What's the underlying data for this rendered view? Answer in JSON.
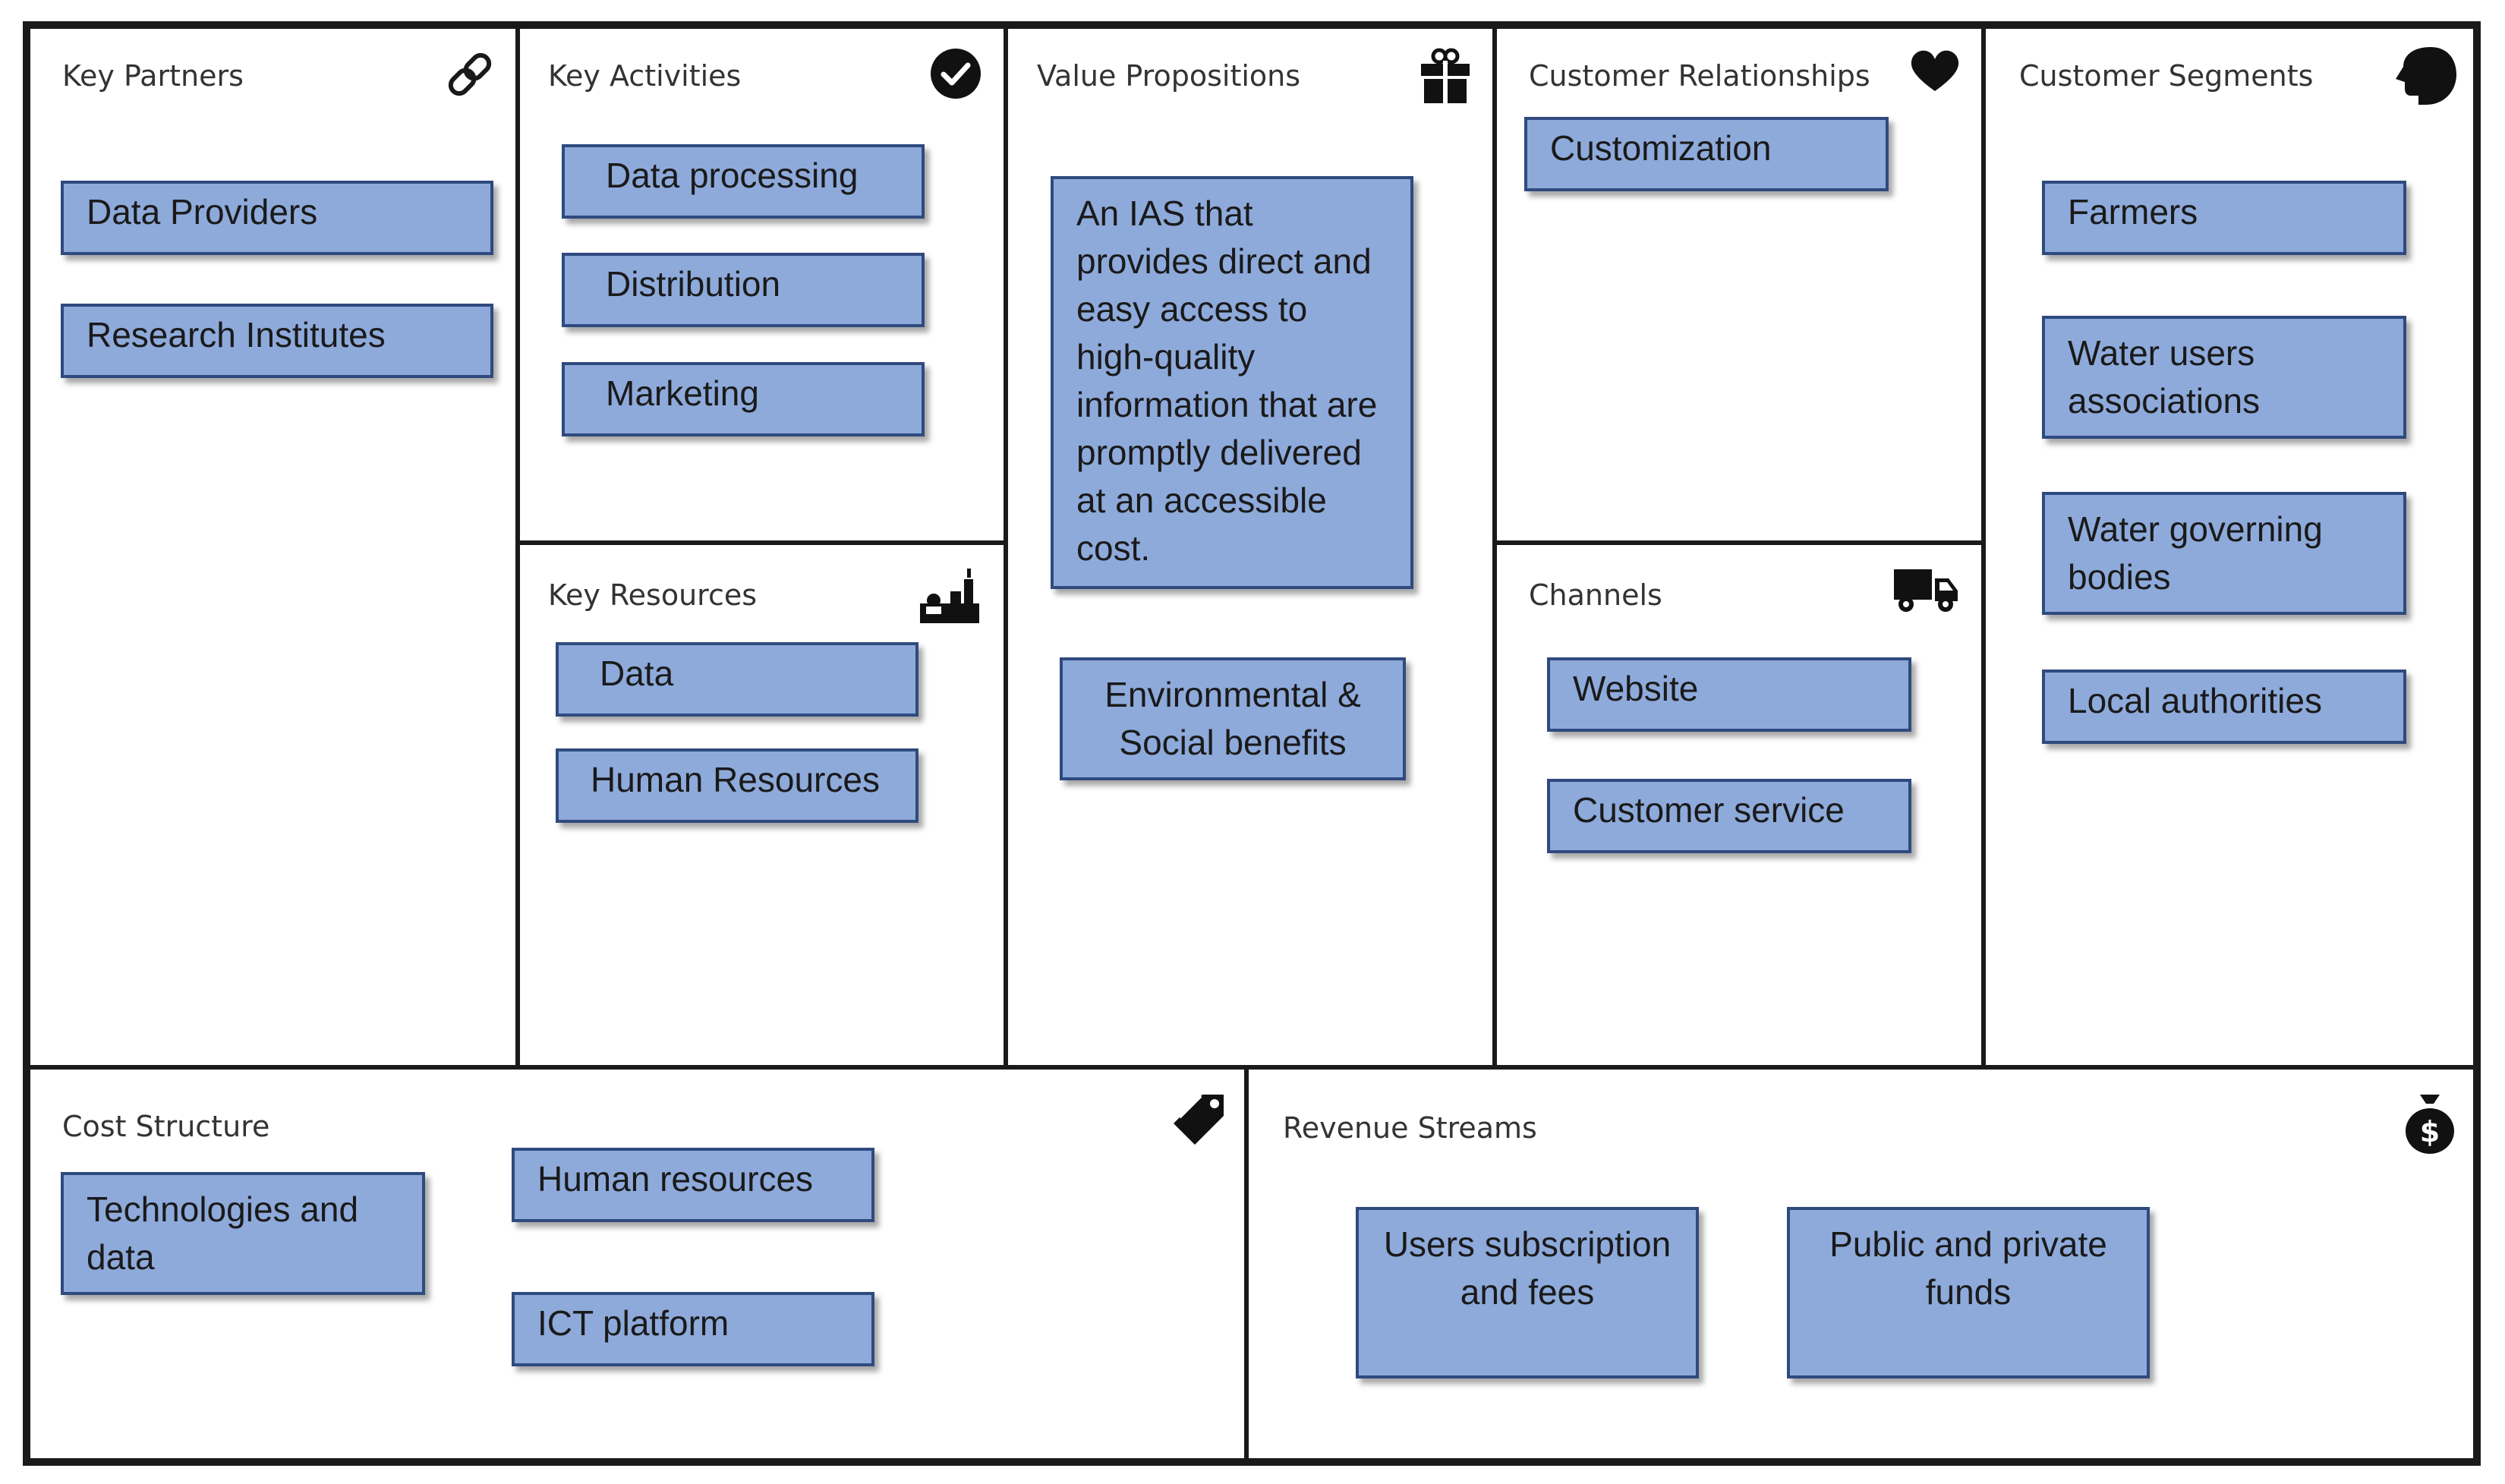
{
  "canvas": {
    "key_partners": {
      "title": "Key Partners",
      "icon": "link-icon",
      "items": [
        "Data Providers",
        "Research Institutes"
      ]
    },
    "key_activities": {
      "title": "Key Activities",
      "icon": "checkmark-icon",
      "items": [
        "Data processing",
        "Distribution",
        "Marketing"
      ]
    },
    "key_resources": {
      "title": "Key Resources",
      "icon": "factory-icon",
      "items": [
        "Data",
        "Human Resources"
      ]
    },
    "value_propositions": {
      "title": "Value Propositions",
      "icon": "gift-icon",
      "items": [
        "An IAS that provides direct and easy access to high-quality information that are promptly delivered at an accessible cost.",
        "Environmental & Social benefits"
      ]
    },
    "customer_relationships": {
      "title": "Customer Relationships",
      "icon": "heart-icon",
      "items": [
        "Customization"
      ]
    },
    "channels": {
      "title": "Channels",
      "icon": "truck-icon",
      "items": [
        "Website",
        "Customer service"
      ]
    },
    "customer_segments": {
      "title": "Customer Segments",
      "icon": "head-icon",
      "items": [
        "Farmers",
        "Water users associations",
        "Water governing bodies",
        "Local authorities"
      ]
    },
    "cost_structure": {
      "title": "Cost Structure",
      "icon": "price-tag-icon",
      "items": [
        "Technologies and data",
        "Human resources",
        "ICT platform"
      ]
    },
    "revenue_streams": {
      "title": "Revenue Streams",
      "icon": "money-bag-icon",
      "items": [
        "Users subscription and fees",
        "Public and private funds"
      ]
    }
  },
  "colors": {
    "note_fill": "#8eaadb",
    "note_border": "#2f4a7e",
    "grid_line": "#1a1a1a",
    "title_text": "#333333"
  }
}
